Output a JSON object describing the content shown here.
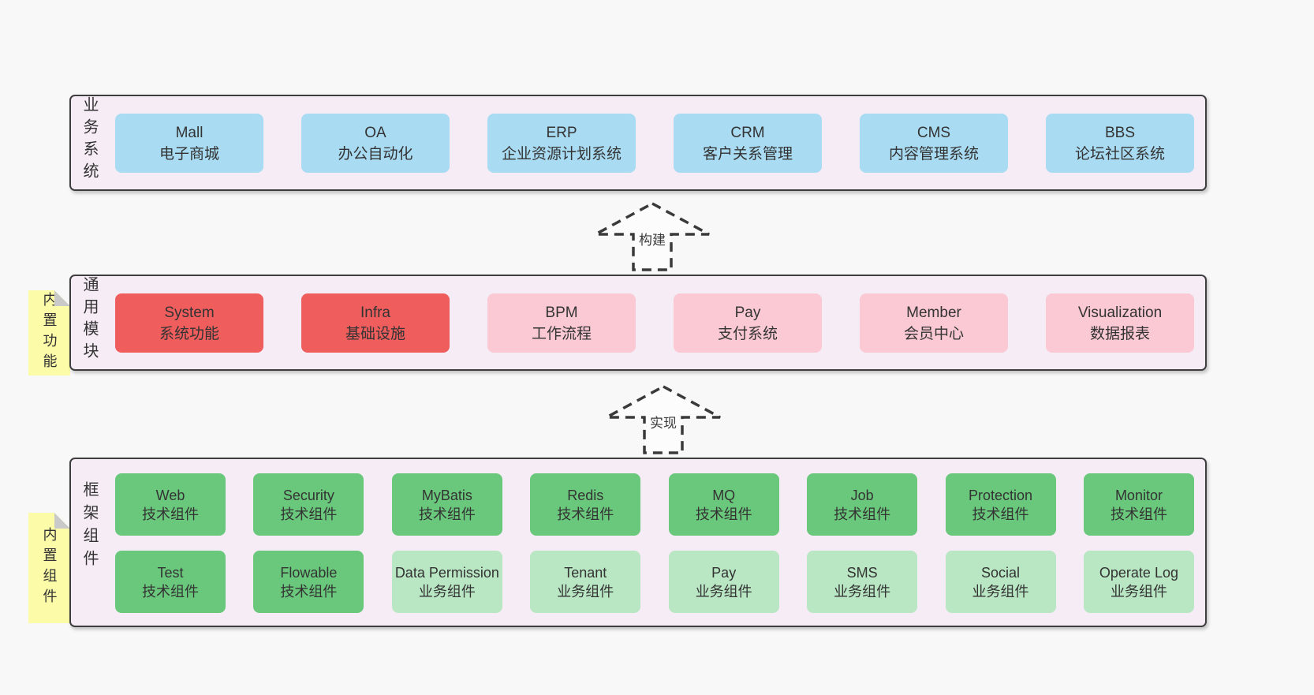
{
  "colors": {
    "page_background": "#f8f8f8",
    "panel_background": "#f6ecf5",
    "panel_border": "#3e3e3e",
    "node_blue": "#a9dbf2",
    "node_red": "#ef5d5d",
    "node_pink": "#fac9d3",
    "node_green": "#6ac87c",
    "node_light_green": "#b9e6c3",
    "sticky_yellow": "#fbfba8"
  },
  "arrows": [
    {
      "label": "构建"
    },
    {
      "label": "实现"
    }
  ],
  "layers": [
    {
      "name": "业务系统",
      "boxes": [
        {
          "title": "Mall",
          "subtitle": "电子商城"
        },
        {
          "title": "OA",
          "subtitle": "办公自动化"
        },
        {
          "title": "ERP",
          "subtitle": "企业资源计划系统"
        },
        {
          "title": "CRM",
          "subtitle": "客户关系管理"
        },
        {
          "title": "CMS",
          "subtitle": "内容管理系统"
        },
        {
          "title": "BBS",
          "subtitle": "论坛社区系统"
        }
      ]
    },
    {
      "name": "通用模块",
      "sticky": "内置功能",
      "boxes": [
        {
          "title": "System",
          "subtitle": "系统功能"
        },
        {
          "title": "Infra",
          "subtitle": "基础设施"
        },
        {
          "title": "BPM",
          "subtitle": "工作流程"
        },
        {
          "title": "Pay",
          "subtitle": "支付系统"
        },
        {
          "title": "Member",
          "subtitle": "会员中心"
        },
        {
          "title": "Visualization",
          "subtitle": "数据报表"
        }
      ]
    },
    {
      "name": "框架组件",
      "sticky": "内置组件",
      "rows": [
        [
          {
            "title": "Web",
            "subtitle": "技术组件"
          },
          {
            "title": "Security",
            "subtitle": "技术组件"
          },
          {
            "title": "MyBatis",
            "subtitle": "技术组件"
          },
          {
            "title": "Redis",
            "subtitle": "技术组件"
          },
          {
            "title": "MQ",
            "subtitle": "技术组件"
          },
          {
            "title": "Job",
            "subtitle": "技术组件"
          },
          {
            "title": "Protection",
            "subtitle": "技术组件"
          },
          {
            "title": "Monitor",
            "subtitle": "技术组件"
          }
        ],
        [
          {
            "title": "Test",
            "subtitle": "技术组件"
          },
          {
            "title": "Flowable",
            "subtitle": "技术组件"
          },
          {
            "title": "Data Permission",
            "subtitle": "业务组件"
          },
          {
            "title": "Tenant",
            "subtitle": "业务组件"
          },
          {
            "title": "Pay",
            "subtitle": "业务组件"
          },
          {
            "title": "SMS",
            "subtitle": "业务组件"
          },
          {
            "title": "Social",
            "subtitle": "业务组件"
          },
          {
            "title": "Operate Log",
            "subtitle": "业务组件"
          }
        ]
      ]
    }
  ]
}
